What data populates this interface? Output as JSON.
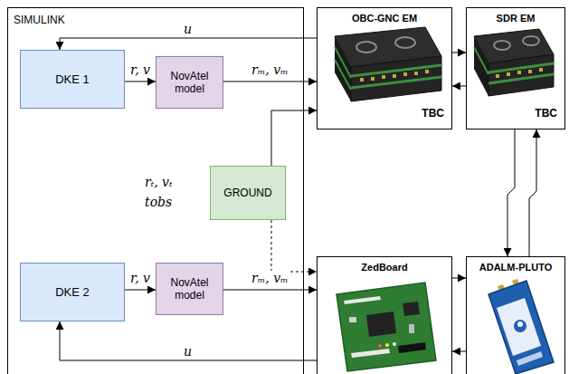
{
  "diagram": {
    "nodes": [
      {
        "text": [
          "SIMULINK"
        ]
      },
      {
        "text": [
          "DKE 1"
        ],
        "in": 0
      },
      {
        "text": [
          "NovAtel model"
        ],
        "in": 0
      },
      {
        "text": [
          "OBC-GNC EM",
          "TBC"
        ]
      },
      {
        "text": [
          "SDR EM",
          "TBC"
        ]
      },
      {
        "text": [
          "GROUND"
        ],
        "in": 0
      },
      {
        "text": [
          "DKE 2"
        ],
        "in": 0
      },
      {
        "text": [
          "NovAtel model"
        ],
        "in": 0
      },
      {
        "text": [
          "ZedBoard"
        ]
      },
      {
        "text": [
          "ADALM-PLUTO"
        ]
      }
    ],
    "edges": [
      {
        "from": 3,
        "to": 1,
        "arrow": "to",
        "label": "u"
      },
      {
        "from": 1,
        "to": 2,
        "arrow": "to",
        "label": "r, v"
      },
      {
        "from": 2,
        "to": 3,
        "arrow": "to",
        "label": "rₘ, vₘ"
      },
      {
        "from": 3,
        "to": 4,
        "arrow": "to"
      },
      {
        "from": 4,
        "to": 3,
        "arrow": "to"
      },
      {
        "from": 5,
        "to": 3,
        "arrow": "to"
      },
      {
        "from": 5,
        "to": 8,
        "arrow": "to"
      },
      {
        "from": 4,
        "to": 9,
        "arrow": "to"
      },
      {
        "from": 9,
        "to": 4,
        "arrow": "to"
      },
      {
        "from": 6,
        "to": 7,
        "arrow": "to",
        "label": "r, v"
      },
      {
        "from": 7,
        "to": 8,
        "arrow": "to",
        "label": "rₘ, vₘ"
      },
      {
        "from": 8,
        "to": 9,
        "arrow": "to"
      },
      {
        "from": 9,
        "to": 8,
        "arrow": "to"
      },
      {
        "from": 8,
        "to": 6,
        "arrow": "to",
        "label": "u"
      }
    ],
    "labels": [
      "rₜ, vₜ",
      "tobs"
    ]
  }
}
